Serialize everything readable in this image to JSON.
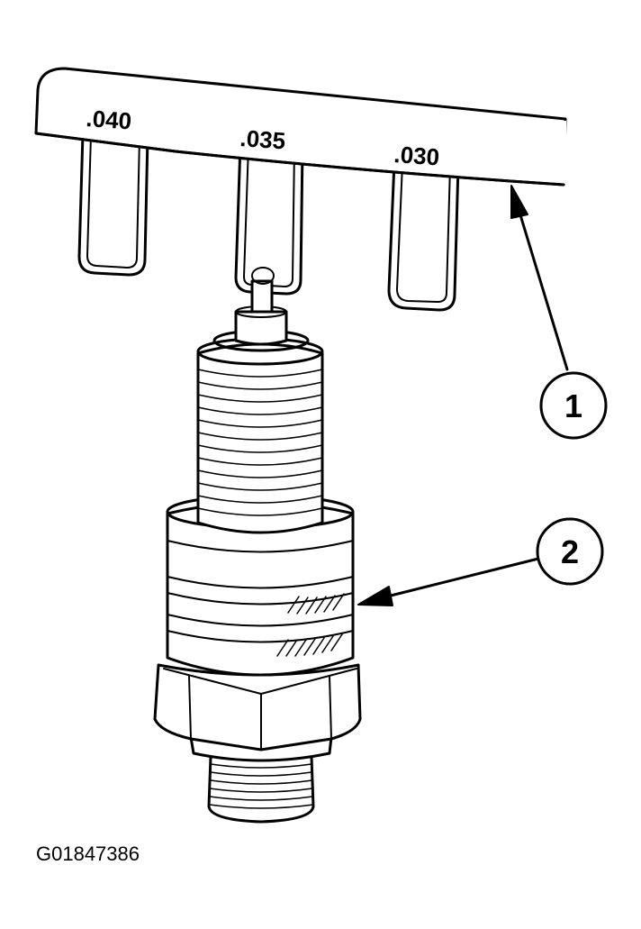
{
  "figure": {
    "gauge_labels": [
      ".040",
      ".035",
      ".030"
    ],
    "callouts": [
      "1",
      "2"
    ],
    "figure_id": "G01847386"
  }
}
